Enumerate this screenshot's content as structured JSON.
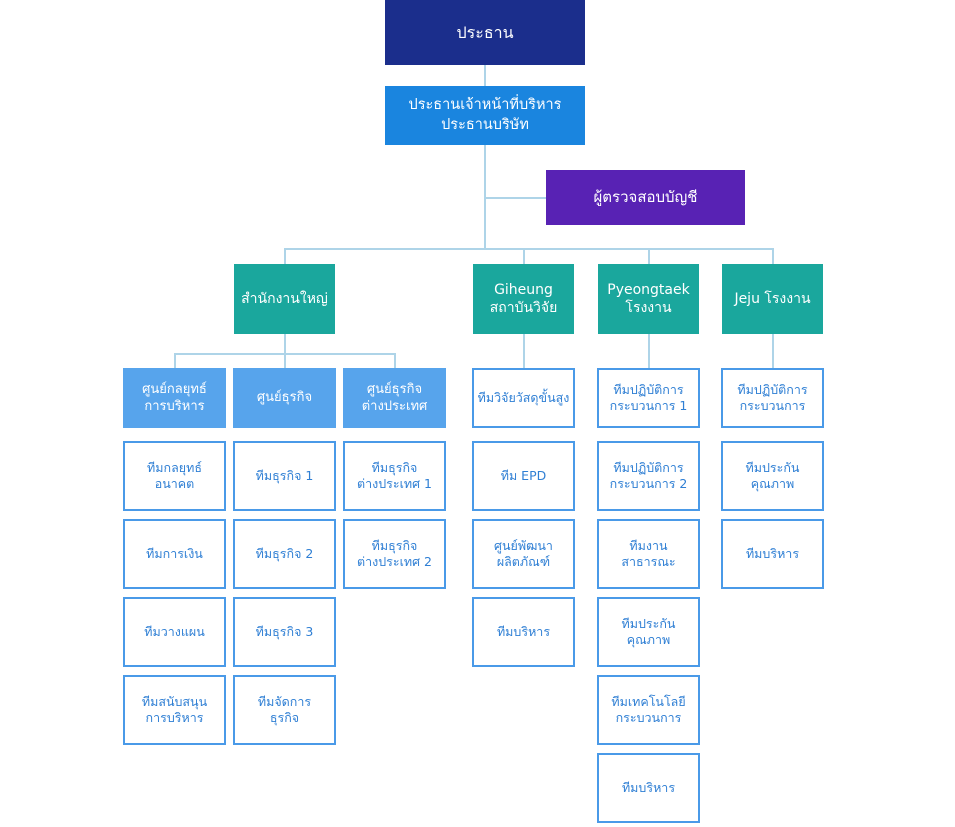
{
  "chart_title": "",
  "colors": {
    "president": "#1b2e8c",
    "ceo": "#1a85df",
    "auditor": "#5822b4",
    "division": "#1aa79d",
    "center": "#57a4ec",
    "team_border": "#4a9ae8",
    "team_text": "#2f7fd4",
    "connector": "#aed4e8",
    "background": "#ffffff"
  },
  "top": {
    "president": "ประธาน",
    "ceo": "ประธานเจ้าหน้าที่บริหาร\nประธานบริษัท",
    "auditor": "ผู้ตรวจสอบบัญชี"
  },
  "divisions": [
    {
      "label": "สำนักงานใหญ่",
      "centers": [
        {
          "label": "ศูนย์กลยุทธ์\nการบริหาร",
          "teams": [
            "ทีมกลยุทธ์\nอนาคต",
            "ทีมการเงิน",
            "ทีมวางแผน",
            "ทีมสนับสนุน\nการบริหาร"
          ]
        },
        {
          "label": "ศูนย์ธุรกิจ",
          "teams": [
            "ทีมธุรกิจ 1",
            "ทีมธุรกิจ 2",
            "ทีมธุรกิจ 3",
            "ทีมจัดการ\nธุรกิจ"
          ]
        },
        {
          "label": "ศูนย์ธุรกิจ\nต่างประเทศ",
          "teams": [
            "ทีมธุรกิจ\nต่างประเทศ 1",
            "ทีมธุรกิจ\nต่างประเทศ 2"
          ]
        }
      ]
    },
    {
      "label": "Giheung\nสถาบันวิจัย",
      "centers": [
        {
          "label": "",
          "teams": [
            "ทีมวิจัยวัสดุขั้นสูง",
            "ทีม EPD",
            "ศูนย์พัฒนา\nผลิตภัณฑ์",
            "ทีมบริหาร"
          ]
        }
      ]
    },
    {
      "label": "Pyeongtaek\nโรงงาน",
      "centers": [
        {
          "label": "",
          "teams": [
            "ทีมปฏิบัติการ\nกระบวนการ 1",
            "ทีมปฏิบัติการ\nกระบวนการ 2",
            "ทีมงาน\nสาธารณะ",
            "ทีมประกัน\nคุณภาพ",
            "ทีมเทคโนโลยี\nกระบวนการ",
            "ทีมบริหาร"
          ]
        }
      ]
    },
    {
      "label": "Jeju โรงงาน",
      "centers": [
        {
          "label": "",
          "teams": [
            "ทีมปฏิบัติการ\nกระบวนการ",
            "ทีมประกัน\nคุณภาพ",
            "ทีมบริหาร"
          ]
        }
      ]
    }
  ]
}
